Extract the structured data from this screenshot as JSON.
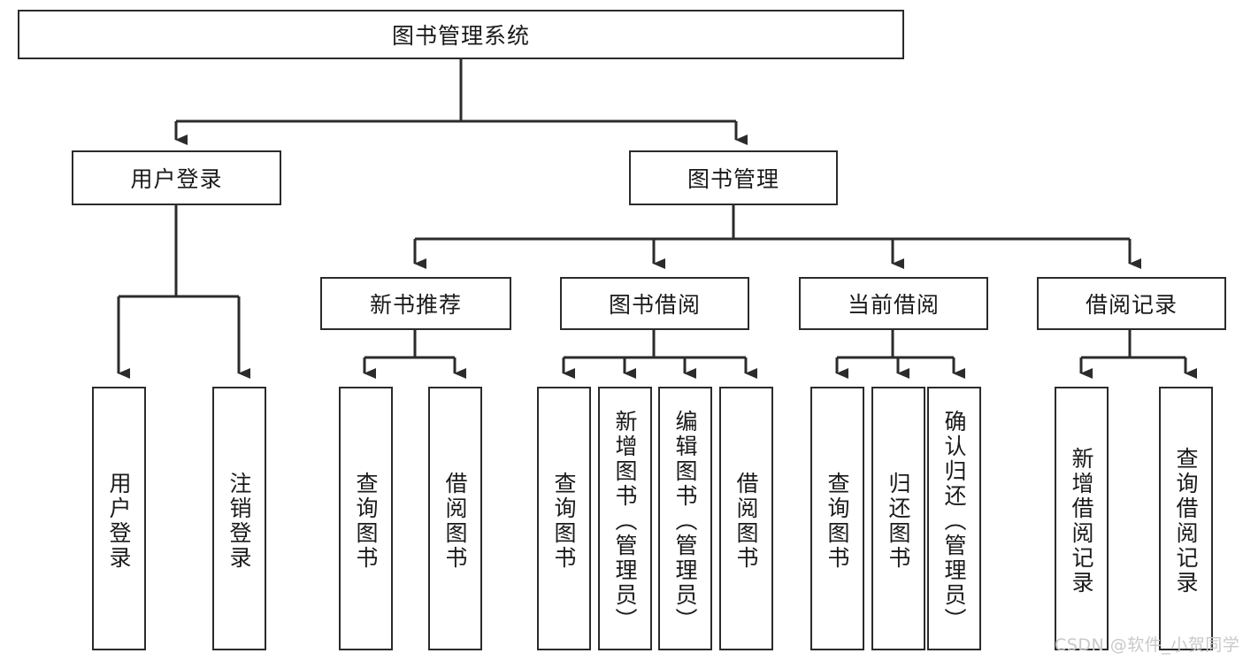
{
  "diagram": {
    "type": "hierarchy-tree",
    "title": "图书管理系统",
    "orientation": "top-down",
    "levels": 4,
    "line_color": "#2b2b2b",
    "box_fill": "#ffffff",
    "text_color": "#1a1a1a"
  },
  "root": {
    "label": "图书管理系统"
  },
  "level2": [
    {
      "id": "user-login",
      "label": "用户登录"
    },
    {
      "id": "book-management",
      "label": "图书管理"
    }
  ],
  "level3": [
    {
      "id": "new-book-recommend",
      "label": "新书推荐",
      "parent": "book-management"
    },
    {
      "id": "book-borrow",
      "label": "图书借阅",
      "parent": "book-management"
    },
    {
      "id": "current-borrow",
      "label": "当前借阅",
      "parent": "book-management"
    },
    {
      "id": "borrow-record",
      "label": "借阅记录",
      "parent": "book-management"
    }
  ],
  "leaves": {
    "user_login": [
      {
        "id": "leaf-user-login",
        "label": "用户登录"
      },
      {
        "id": "leaf-user-logout",
        "label": "注销登录"
      }
    ],
    "new_book_recommend": [
      {
        "id": "leaf-query-book-1",
        "label": "查询图书"
      },
      {
        "id": "leaf-borrow-book-1",
        "label": "借阅图书"
      }
    ],
    "book_borrow": [
      {
        "id": "leaf-query-book-2",
        "label": "查询图书"
      },
      {
        "id": "leaf-add-book",
        "label": "新增图书（管理员）"
      },
      {
        "id": "leaf-edit-book",
        "label": "编辑图书（管理员）"
      },
      {
        "id": "leaf-borrow-book-2",
        "label": "借阅图书"
      }
    ],
    "current_borrow": [
      {
        "id": "leaf-query-book-3",
        "label": "查询图书"
      },
      {
        "id": "leaf-return-book",
        "label": "归还图书"
      },
      {
        "id": "leaf-confirm-return",
        "label": "确认归还（管理员）"
      }
    ],
    "borrow_record": [
      {
        "id": "leaf-add-record",
        "label": "新增借阅记录"
      },
      {
        "id": "leaf-query-record",
        "label": "查询借阅记录"
      }
    ]
  },
  "watermark": {
    "text": "CSDN @软件_小贺同学",
    "color": "#c9c9c9"
  }
}
